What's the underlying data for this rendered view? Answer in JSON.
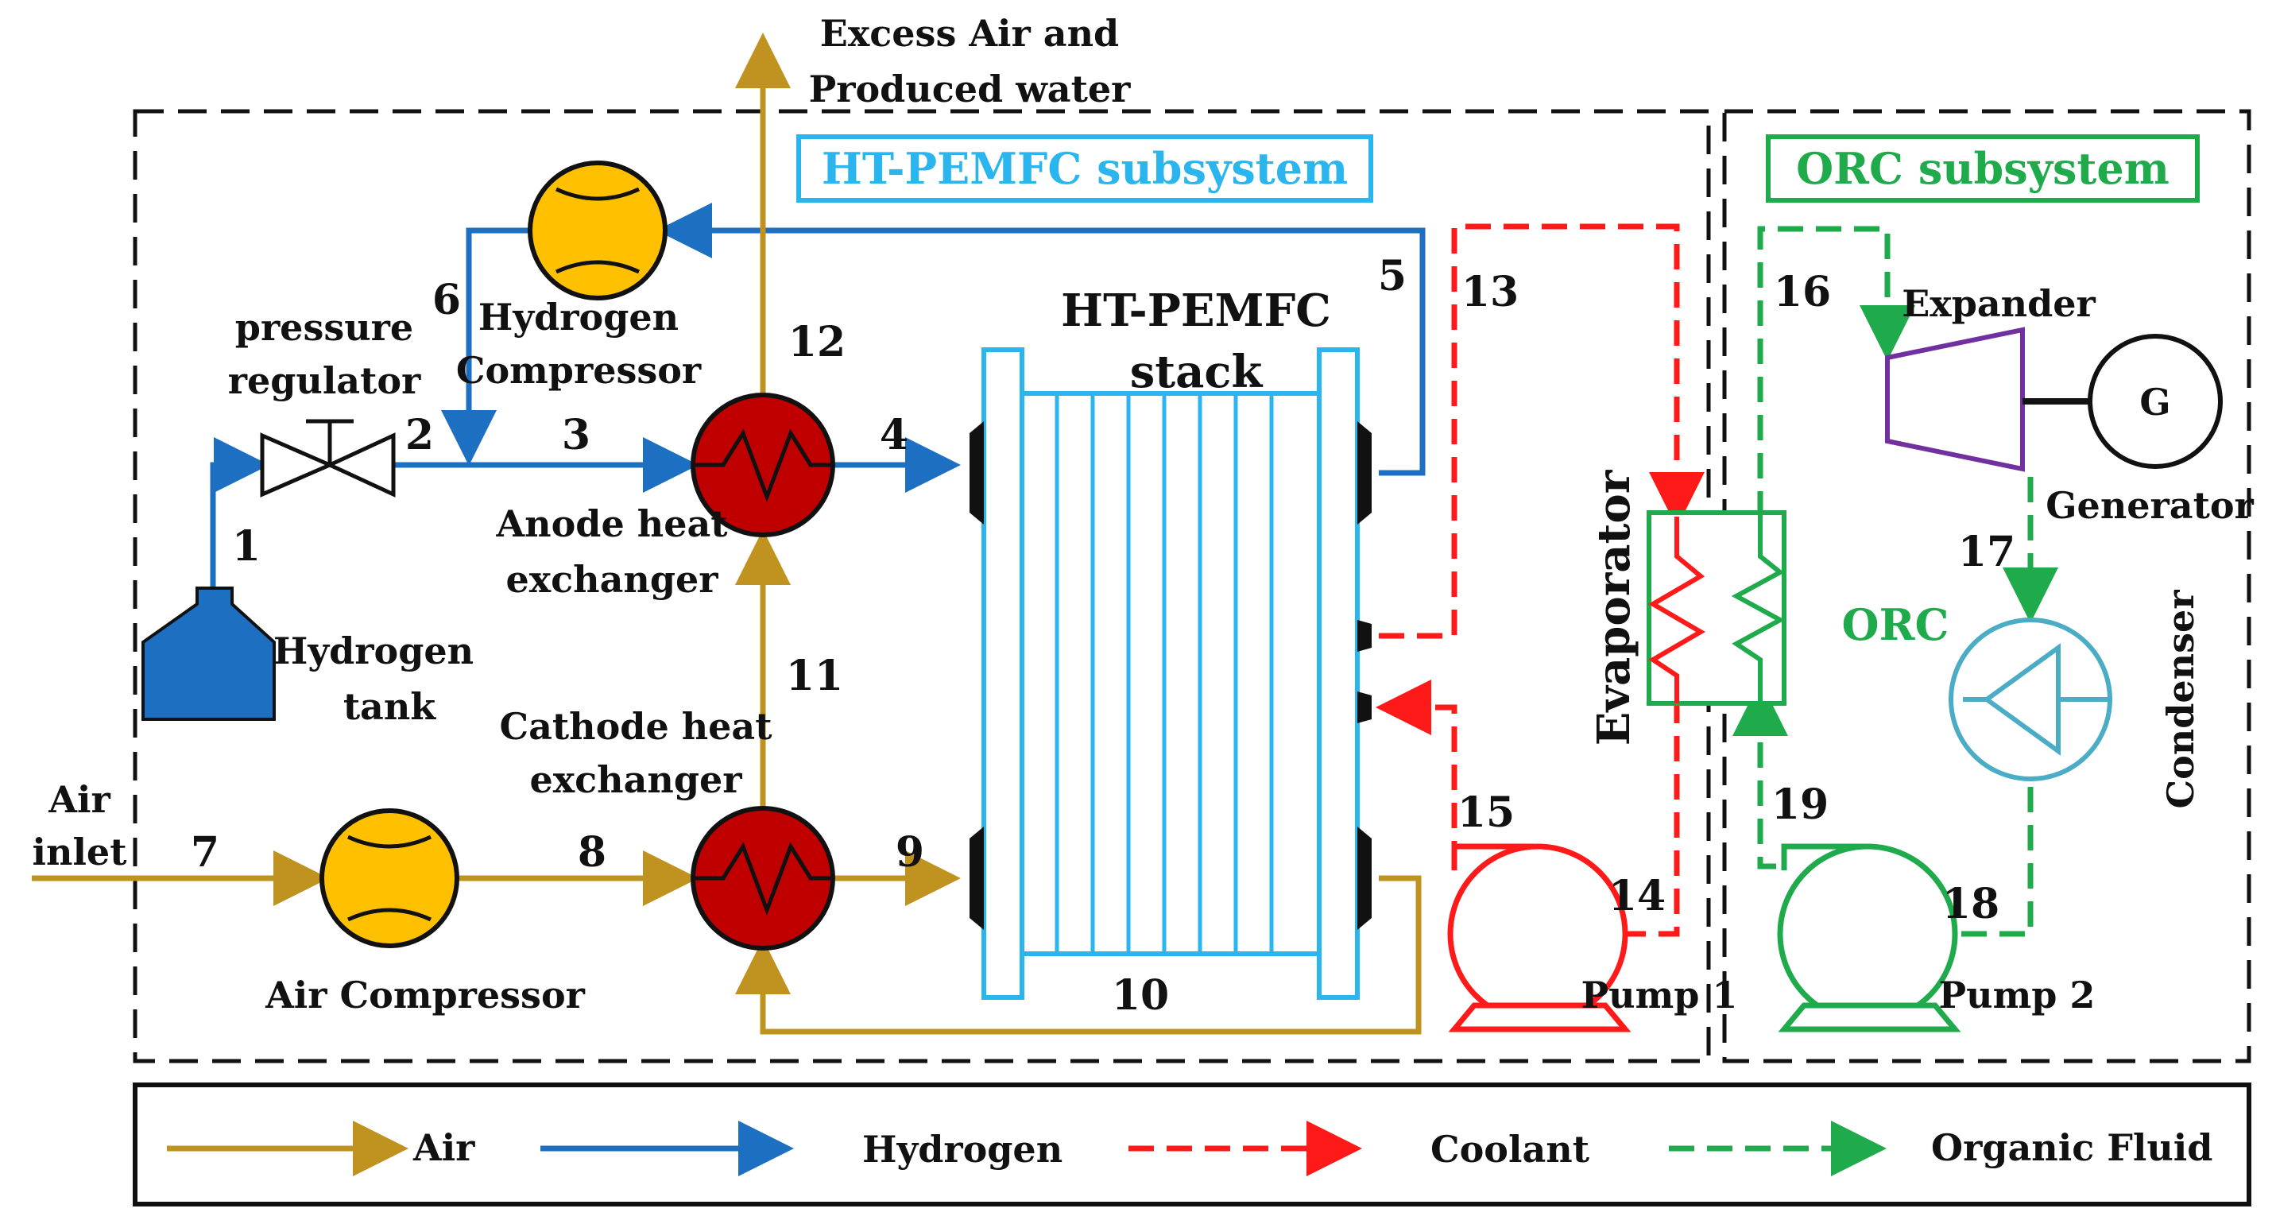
{
  "colors": {
    "air": "#C09320",
    "hydrogen": "#1D6FC1",
    "coolant": "#FF1A1A",
    "organic": "#1FAA4B",
    "compressor_fill": "#FFC000",
    "hx_fill": "#C00000",
    "stack": "#2BB5EE",
    "expander": "#7030A0",
    "condenser": "#4BACC6"
  },
  "top": {
    "excess_line1": "Excess Air and",
    "excess_line2": "Produced water"
  },
  "subsystems": {
    "htpemfc": "HT-PEMFC subsystem",
    "orc": "ORC subsystem"
  },
  "components": {
    "pressure_regulator": [
      "pressure",
      "regulator"
    ],
    "hydrogen_compressor": [
      "Hydrogen",
      "Compressor"
    ],
    "stack": [
      "HT-PEMFC",
      "stack"
    ],
    "anode_hx": [
      "Anode heat",
      "exchanger"
    ],
    "hydrogen_tank": [
      "Hydrogen",
      "tank"
    ],
    "cathode_hx": [
      "Cathode heat",
      "exchanger"
    ],
    "air_inlet": [
      "Air",
      "inlet"
    ],
    "air_compressor": "Air Compressor",
    "evaporator": "Evaporator",
    "expander": "Expander",
    "generator": "Generator",
    "generator_symbol": "G",
    "orc": "ORC",
    "condenser": "Condenser",
    "pump1": "Pump 1",
    "pump2": "Pump 2"
  },
  "states": [
    "1",
    "2",
    "3",
    "4",
    "5",
    "6",
    "7",
    "8",
    "9",
    "10",
    "11",
    "12",
    "13",
    "14",
    "15",
    "16",
    "17",
    "18",
    "19"
  ],
  "legend": {
    "air": "Air",
    "hydrogen": "Hydrogen",
    "coolant": "Coolant",
    "organic": "Organic Fluid"
  }
}
